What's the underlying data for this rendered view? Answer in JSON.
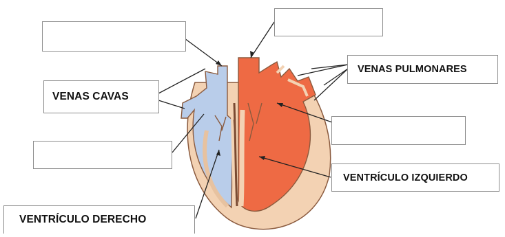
{
  "labels": {
    "venas_cavas": "VENAS CAVAS",
    "venas_pulmonares": "VENAS PULMONARES",
    "ventriculo_izquierdo": "VENTRÍCULO IZQUIERDO",
    "ventriculo_derecho": "VENTRÍCULO DERECHO"
  },
  "blank_boxes": [
    "",
    "",
    "",
    ""
  ],
  "colors": {
    "deoxygenated_blood": "#b9cdea",
    "oxygenated_blood": "#ee6a44",
    "heart_wall": "#f3d2b3",
    "outline": "#7a4a32",
    "leader_line": "#222222"
  }
}
